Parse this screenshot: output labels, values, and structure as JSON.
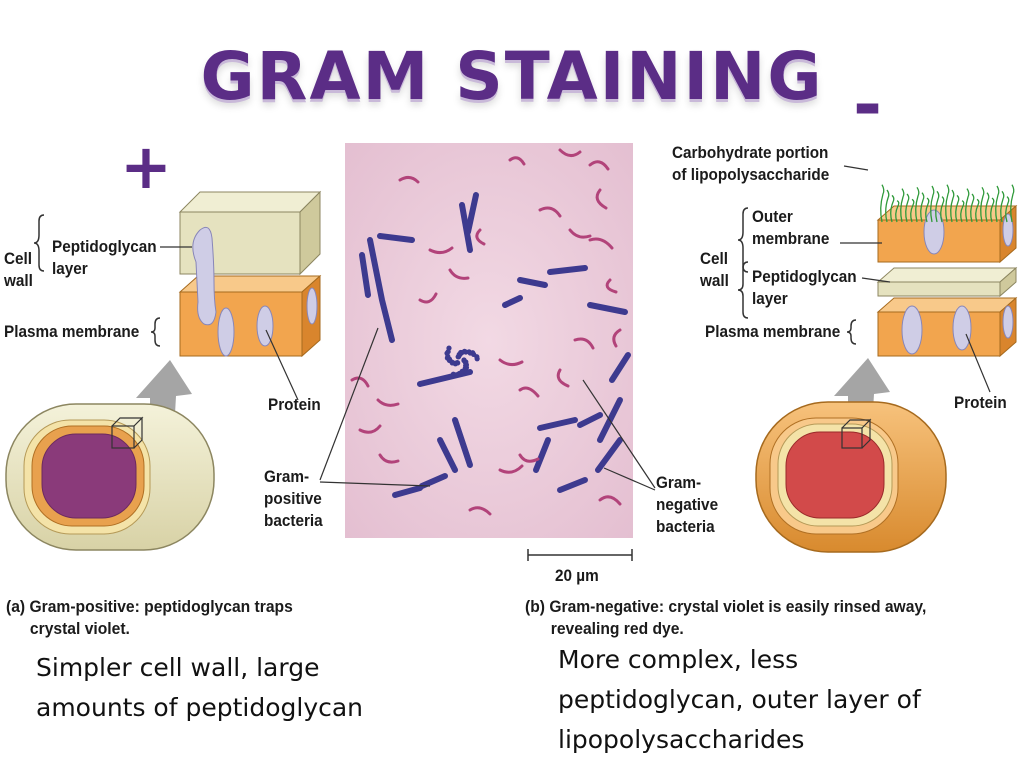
{
  "title": "GRAM STAINING",
  "positive": {
    "sign": "+",
    "labels": {
      "cell_wall": [
        "Cell",
        "wall"
      ],
      "peptidoglycan": [
        "Peptidoglycan",
        "layer"
      ],
      "plasma_membrane": "Plasma membrane",
      "protein": "Protein"
    },
    "caption": [
      "(a) Gram-positive: peptidoglycan traps",
      "crystal violet."
    ],
    "description": [
      "Simpler cell wall, large",
      "amounts of peptidoglycan"
    ]
  },
  "negative": {
    "sign": "-",
    "labels": {
      "carbohydrate": [
        "Carbohydrate portion",
        "of lipopolysaccharide"
      ],
      "outer_membrane": [
        "Outer",
        "membrane"
      ],
      "cell_wall": [
        "Cell",
        "wall"
      ],
      "peptidoglycan": [
        "Peptidoglycan",
        "layer"
      ],
      "plasma_membrane": "Plasma membrane",
      "protein": "Protein"
    },
    "caption": [
      "(b) Gram-negative: crystal violet is easily rinsed away,",
      "revealing red dye."
    ],
    "description": [
      "More complex, less",
      "peptidoglycan, outer layer of",
      "lipopolysaccharides"
    ]
  },
  "micrograph": {
    "gram_positive_label": [
      "Gram-",
      "positive",
      "bacteria"
    ],
    "gram_negative_label": [
      "Gram-",
      "negative",
      "bacteria"
    ],
    "scale": "20 µm"
  },
  "colors": {
    "title": "#5b2d86",
    "slide_background": "#e9c9d8",
    "gram_positive_stain": "#3d3a8f",
    "gram_negative_stain": "#b2437a",
    "membrane_orange": "#f2a54e",
    "peptidoglycan_beige": "#e5e2bf"
  }
}
